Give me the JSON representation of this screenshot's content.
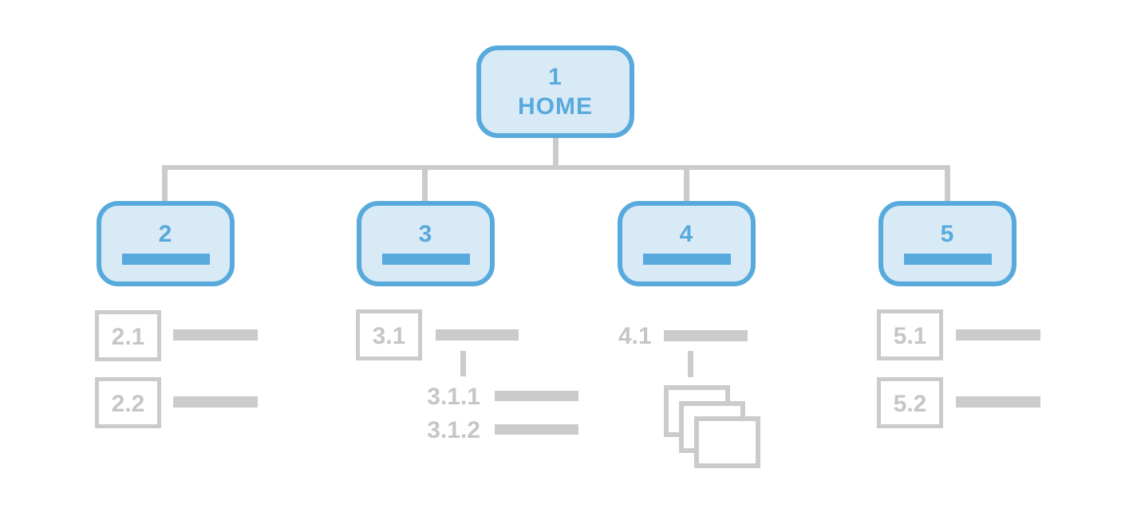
{
  "diagram": {
    "type": "sitemap-tree",
    "colors": {
      "accent": "#58aadc",
      "accent_fill": "#d9eaf7",
      "line_gray": "#cbcbcb",
      "text_gray": "#c6c6c6"
    },
    "nodes": {
      "home": {
        "number": "1",
        "label": "HOME"
      },
      "n2": {
        "number": "2"
      },
      "n3": {
        "number": "3"
      },
      "n4": {
        "number": "4"
      },
      "n5": {
        "number": "5"
      },
      "n2_1": {
        "label": "2.1"
      },
      "n2_2": {
        "label": "2.2"
      },
      "n3_1": {
        "label": "3.1"
      },
      "n3_1_1": {
        "label": "3.1.1"
      },
      "n3_1_2": {
        "label": "3.1.2"
      },
      "n4_1": {
        "label": "4.1"
      },
      "n5_1": {
        "label": "5.1"
      },
      "n5_2": {
        "label": "5.2"
      }
    },
    "icons": {
      "pages_stack": {
        "name": "pages-stack-icon",
        "shape": "three-overlapping-rectangles"
      }
    }
  }
}
